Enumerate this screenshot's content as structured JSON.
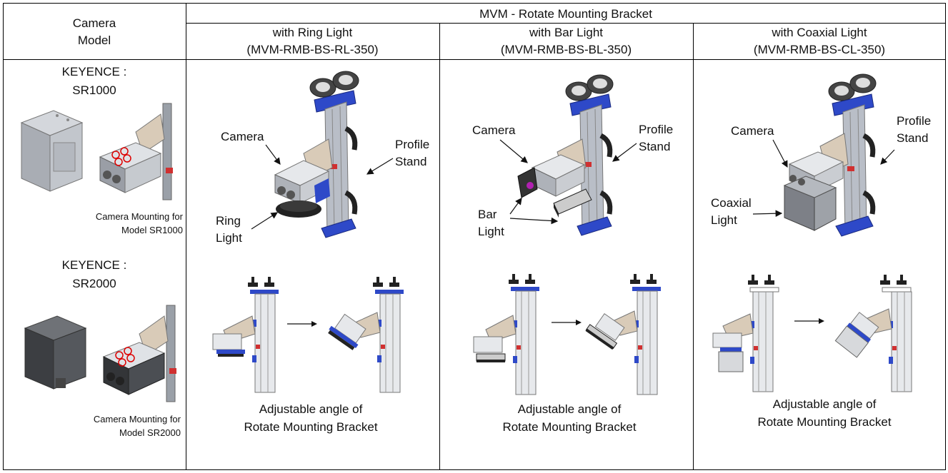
{
  "table": {
    "header": {
      "camera_model": [
        "Camera",
        "Model"
      ],
      "group_title": "MVM - Rotate  Mounting Bracket",
      "columns": [
        {
          "title": "with Ring Light",
          "code": "(MVM-RMB-BS-RL-350)"
        },
        {
          "title": "with Bar Light",
          "code": "(MVM-RMB-BS-BL-350)"
        },
        {
          "title": "with Coaxial Light",
          "code": "(MVM-RMB-BS-CL-350)"
        }
      ]
    },
    "camera_models": [
      {
        "name": [
          "KEYENCE :",
          "SR1000"
        ],
        "caption": [
          "Camera Mounting for",
          "Model SR1000"
        ]
      },
      {
        "name": [
          "KEYENCE :",
          "SR2000"
        ],
        "caption": [
          "Camera Mounting for",
          "Model SR2000"
        ]
      }
    ],
    "labels": {
      "ring": {
        "camera": "Camera",
        "profile": [
          "Profile",
          "Stand"
        ],
        "light": [
          "Ring",
          "Light"
        ]
      },
      "bar": {
        "camera": "Camera",
        "profile": [
          "Profile",
          "Stand"
        ],
        "light": [
          "Bar",
          "Light"
        ]
      },
      "coax": {
        "camera": "Camera",
        "profile": [
          "Profile",
          "Stand"
        ],
        "light": [
          "Coaxial",
          "Light"
        ]
      }
    },
    "adjustable": [
      "Adjustable angle of",
      "Rotate  Mounting Bracket"
    ]
  }
}
